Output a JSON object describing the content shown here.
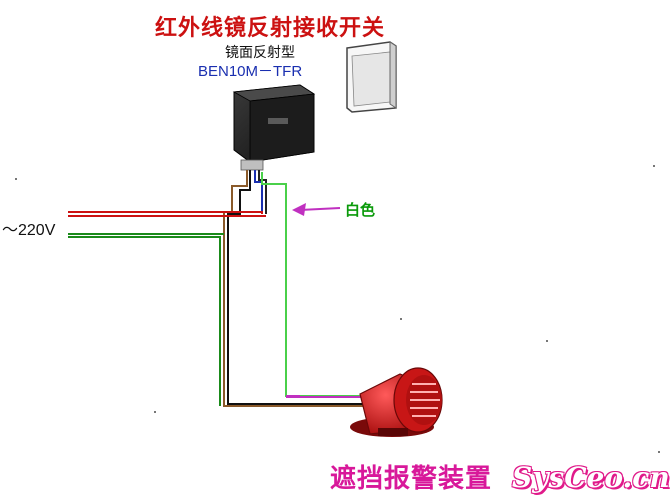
{
  "diagram": {
    "title": "红外线镜反射接收开关",
    "sensor_type": "镜面反射型",
    "model": "BEN10M－TFR",
    "voltage_label": "～220V",
    "wire_note": "白色",
    "alarm_label": "遮挡报警装置",
    "watermark": "SysCeo.cn"
  },
  "colors": {
    "title": "#cc1111",
    "model": "#1a2fb0",
    "wire_red": "#cc1111",
    "wire_green": "#1a8a1a",
    "wire_blue": "#1a2fb0",
    "wire_brown": "#8a5a2a",
    "wire_white_green": "#4ad04a",
    "wire_magenta": "#c030c0",
    "arrow": "#c030c0",
    "siren": "#cc1111"
  },
  "icons": [
    "sensor-icon",
    "reflector-icon",
    "siren-icon"
  ]
}
